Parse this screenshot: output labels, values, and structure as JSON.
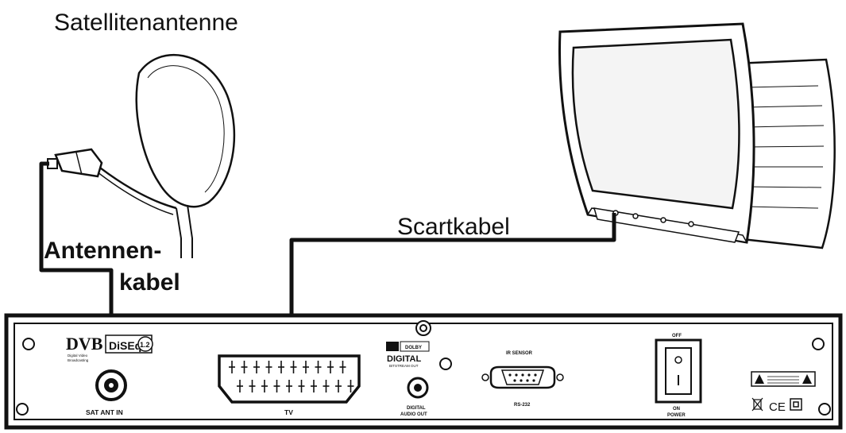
{
  "labels": {
    "satellite_antenna": "Satellitenantenne",
    "antenna_cable_line1": "Antennen-",
    "antenna_cable_line2": "kabel",
    "scart_cable": "Scartkabel"
  },
  "receiver": {
    "dvb_logo": "DVB",
    "dvb_sub1": "Digital Video",
    "dvb_sub2": "Broadcasting",
    "diseqc": "DiSEqC",
    "diseqc_version": "1.2",
    "sat_ant_in": "SAT ANT IN",
    "tv": "TV",
    "dolby": "DOLBY",
    "digital": "DIGITAL",
    "bitstream_out": "BITSTREAM OUT",
    "digital_audio_out_1": "DIGITAL",
    "digital_audio_out_2": "AUDIO OUT",
    "ir_sensor": "IR SENSOR",
    "rs232": "RS-232",
    "switch_off": "OFF",
    "switch_on": "ON",
    "switch_power": "POWER",
    "ce": "CE"
  },
  "colors": {
    "line": "#111111",
    "background": "#ffffff",
    "screen": "#f4f4f4"
  }
}
